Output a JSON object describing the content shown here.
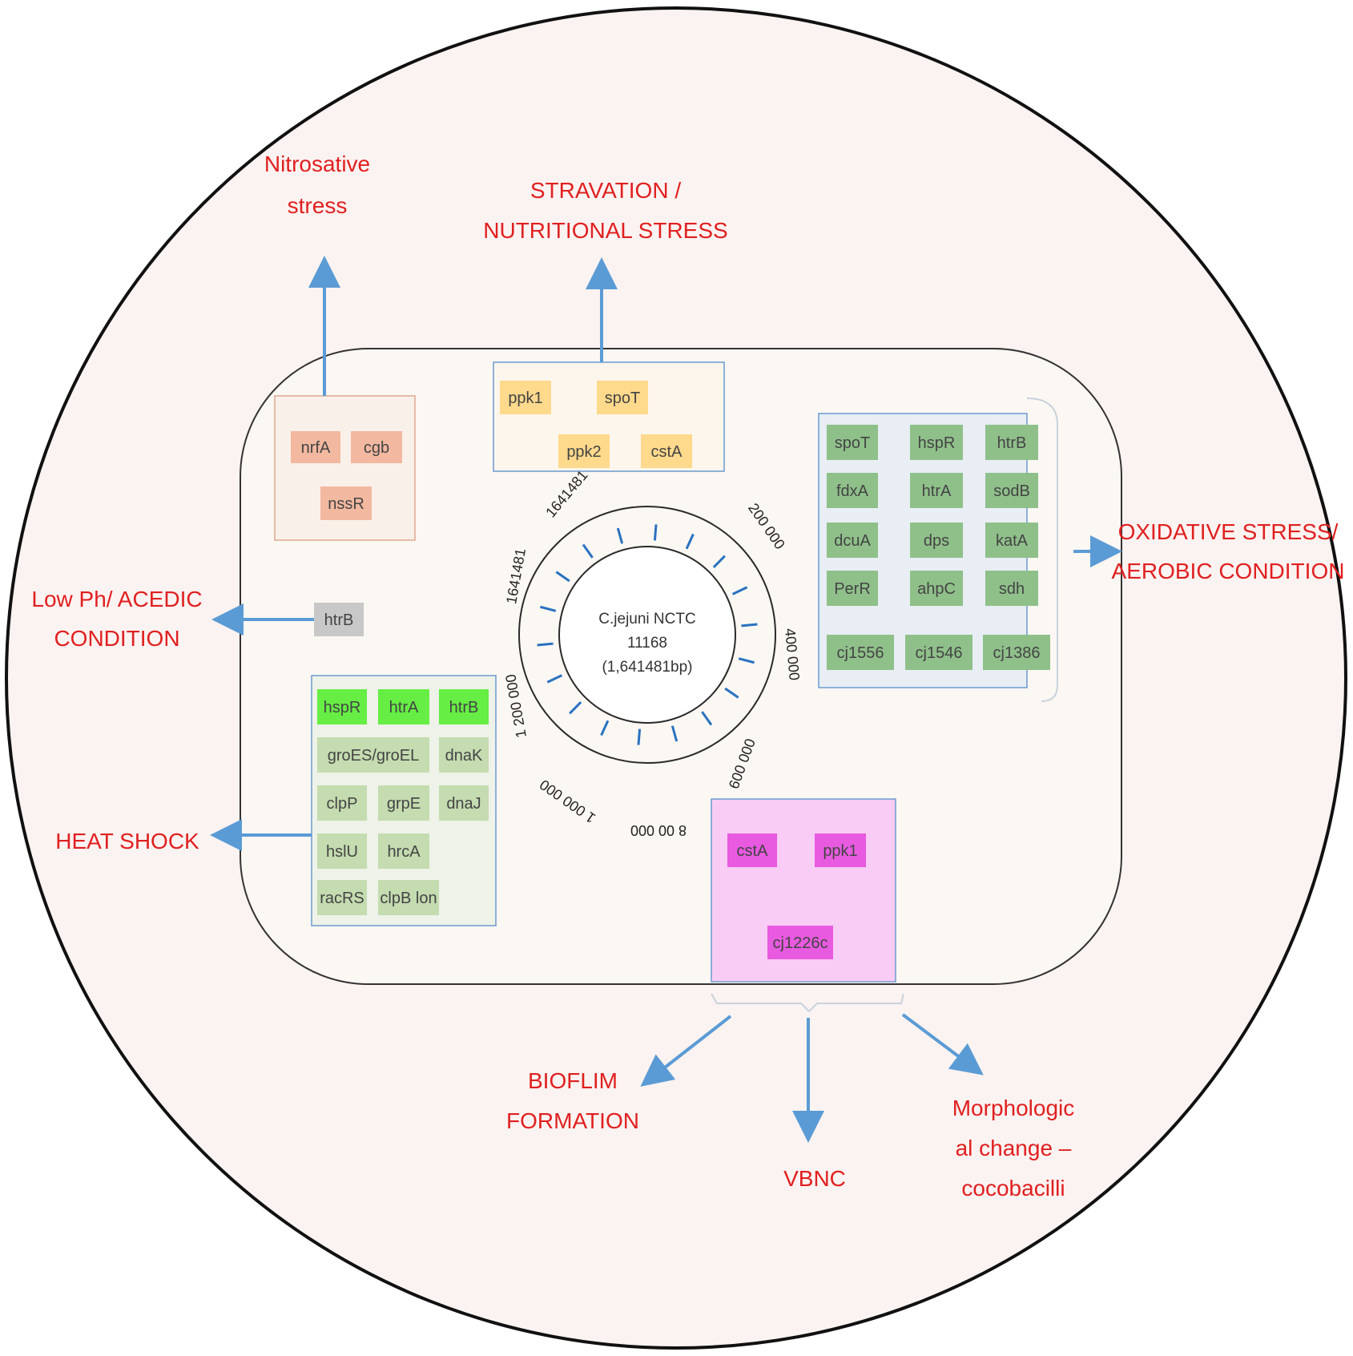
{
  "colors": {
    "background_circle": "#fbf3f1",
    "arrow": "#5b9bd5",
    "stress_label": "#e02020",
    "nitrosative_gene": "#f2b8a0",
    "starvation_gene": "#ffd98c",
    "oxidative_gene": "#8fc08a",
    "heat_gene_bright": "#66ee44",
    "heat_gene": "#c4dcb0",
    "acid_gene": "#c8c8c8",
    "vbnc_gene": "#e85ae0",
    "vbnc_panel": "#f8ccf4"
  },
  "genome": {
    "name": "C.jejuni NCTC",
    "strain": "11168",
    "size": "(1,641481bp)",
    "coordinates": [
      "1641481",
      "1641481",
      "200 000",
      "400 000",
      "600 000",
      "8 00 000",
      "1 000 000",
      "1 200 000"
    ]
  },
  "stress_labels": {
    "nitrosative": [
      "Nitrosative",
      "stress"
    ],
    "starvation": [
      "STRAVATION /",
      "NUTRITIONAL STRESS"
    ],
    "oxidative": [
      "OXIDATIVE STRESS/",
      "AEROBIC CONDITION"
    ],
    "acid": [
      "Low Ph/ ACEDIC",
      "CONDITION"
    ],
    "heat": [
      "HEAT SHOCK"
    ],
    "biofilm": [
      "BIOFLIM",
      "FORMATION"
    ],
    "vbnc": [
      "VBNC"
    ],
    "morphology": [
      "Morphologic",
      "al change –",
      "cocobacilli"
    ]
  },
  "gene_groups": {
    "nitrosative": [
      "nrfA",
      "cgb",
      "nssR"
    ],
    "starvation": [
      "ppk1",
      "spoT",
      "ppk2",
      "cstA"
    ],
    "oxidative": [
      "spoT",
      "hspR",
      "htrB",
      "fdxA",
      "htrA",
      "sodB",
      "dcuA",
      "dps",
      "katA",
      "PerR",
      "ahpC",
      "sdh",
      "cj1556",
      "cj1546",
      "cj1386"
    ],
    "acid": [
      "htrB"
    ],
    "heat": [
      "hspR",
      "htrA",
      "htrB",
      "groES/groEL",
      "dnaK",
      "clpP",
      "grpE",
      "dnaJ",
      "hslU",
      "hrcA",
      "racRS",
      "clpB lon"
    ],
    "vbnc": [
      "cstA",
      "ppk1",
      "cj1226c"
    ]
  }
}
